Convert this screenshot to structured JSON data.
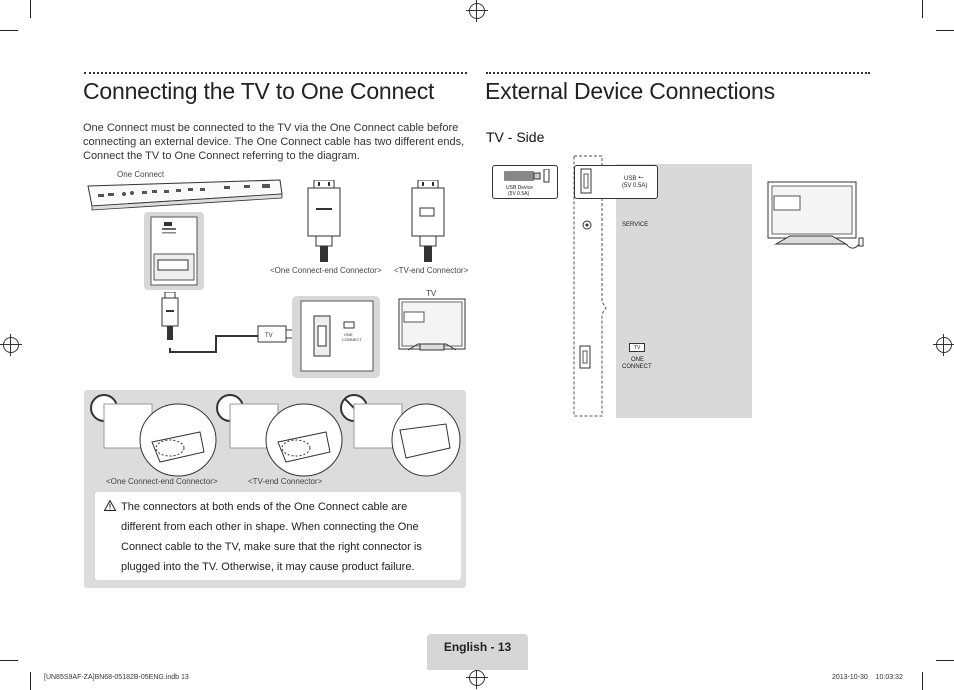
{
  "left_section": {
    "title": "Connecting the TV to One Connect",
    "intro": "One Connect must be connected to the TV via the One Connect cable before connecting an external device. The One Connect cable has two different ends, Connect the TV to One Connect referring to the diagram.",
    "one_connect_label": "One Connect",
    "one_connect_end_label": "<One Connect-end Connector>",
    "tv_end_label": "<TV-end Connector>",
    "tv_label": "TV",
    "bottom_one_connect_end_label": "<One Connect-end Connector>",
    "bottom_tv_end_label": "<TV-end Connector>",
    "warning_icon": "warning-triangle-icon",
    "warning_text_lines": [
      "The connectors at both ends of the One Connect cable are",
      "different from each other in shape. When connecting the One",
      "Connect cable to the TV, make sure that the right connector is",
      "plugged into the TV. Otherwise, it may cause product failure."
    ]
  },
  "right_section": {
    "title": "External Device Connections",
    "subtitle": "TV - Side",
    "usb_device_label_1": "USB Device",
    "usb_device_label_2": "(5V 0.5A)",
    "usb_port_label": "USB",
    "usb_port_spec": "(5V 0.5A)",
    "service_label": "SERVICE",
    "tv_port_label": "TV",
    "one_connect_port_label_1": "ONE",
    "one_connect_port_label_2": "CONNECT"
  },
  "footer": {
    "page_label": "English - 13",
    "file_info": "[UN85S9AF-ZA]BN68-05182B-05ENG.indb   13",
    "timestamp": "2013-10-30      10:03:32"
  }
}
